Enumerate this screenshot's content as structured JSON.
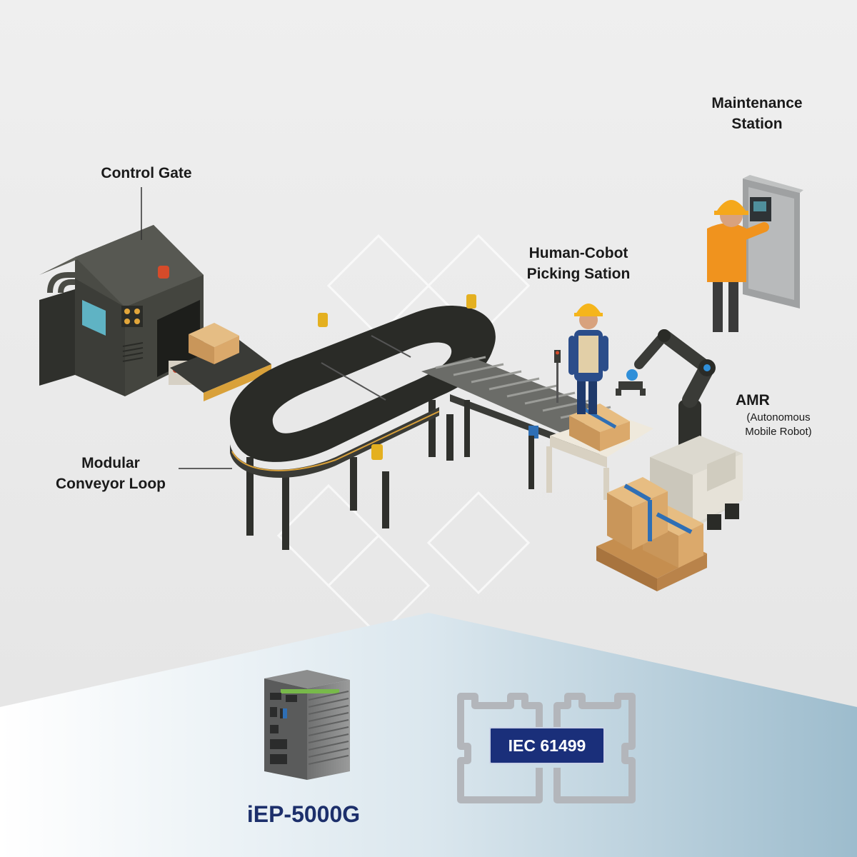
{
  "labels": {
    "control_gate": "Control Gate",
    "maintenance_line1": "Maintenance",
    "maintenance_line2": "Station",
    "human_cobot_line1": "Human-Cobot",
    "human_cobot_line2": "Picking Sation",
    "amr_title": "AMR",
    "amr_sub_line1": "(Autonomous",
    "amr_sub_line2": "Mobile Robot)",
    "conveyor_line1": "Modular",
    "conveyor_line2": "Conveyor Loop"
  },
  "product": {
    "name": "iEP-5000G"
  },
  "standard": {
    "badge": "IEC 61499"
  },
  "colors": {
    "background": "#ededed",
    "bottom_panel_left": "#ffffff",
    "bottom_panel_right": "#9dbccd",
    "brand_navy": "#1c2f6b",
    "badge_fill": "#1a2f7a",
    "safety_orange": "#f0931e",
    "helmet_yellow": "#f5b51b",
    "box_cardboard": "#d9a866",
    "tape_blue": "#2f6fb5",
    "machine_dark": "#3c3d38"
  }
}
